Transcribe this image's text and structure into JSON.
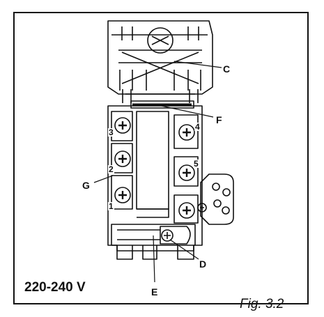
{
  "figure": {
    "callouts": {
      "c": "C",
      "f": "F",
      "g": "G",
      "d": "D",
      "e": "E"
    },
    "terminal_numbers": {
      "t1": "1",
      "t2": "2",
      "t3": "3",
      "t4": "4",
      "t5": "5"
    },
    "voltage": "220-240 V",
    "caption": "Fig. 3.2"
  }
}
